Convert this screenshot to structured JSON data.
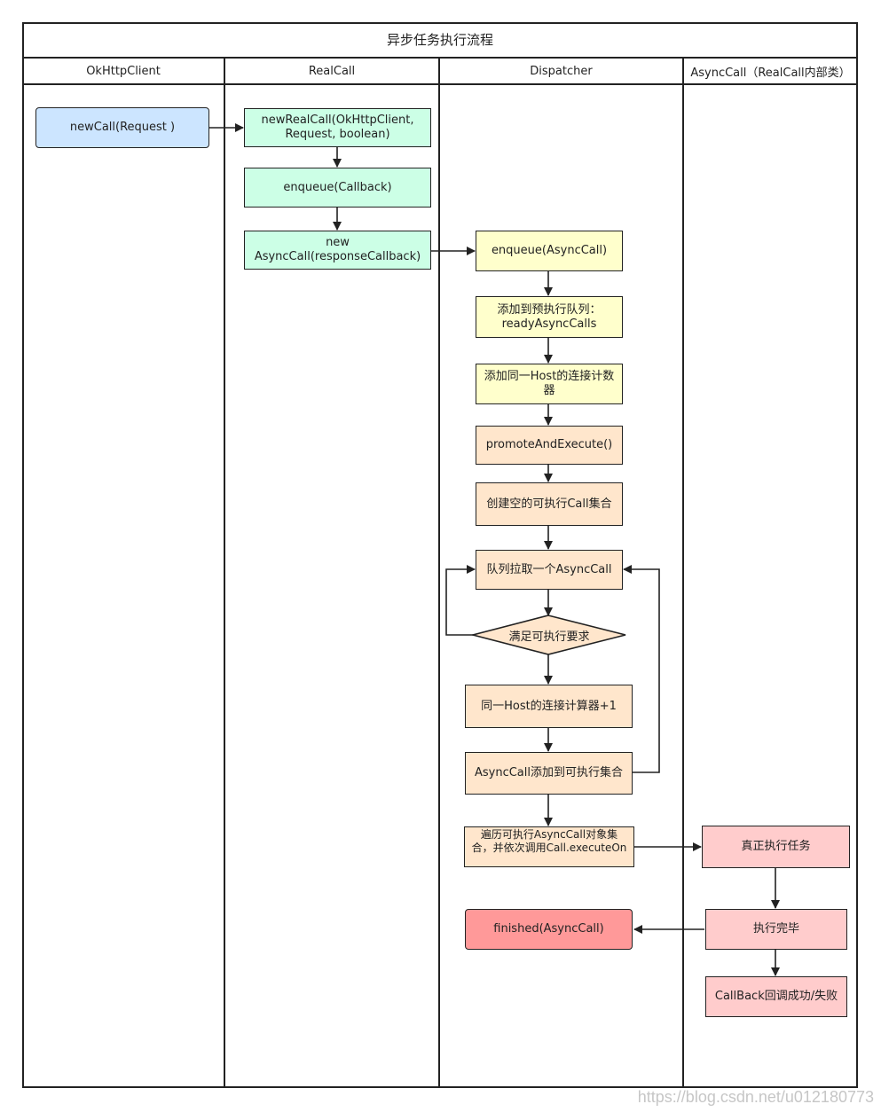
{
  "title": "异步任务执行流程",
  "lanes": [
    "OkHttpClient",
    "RealCall",
    "Dispatcher",
    "AsyncCall（RealCall内部类）"
  ],
  "nodes": {
    "new_call": "newCall(Request )",
    "new_real_call": "newRealCall(OkHttpClient, Request, boolean)",
    "enqueue_callback": "enqueue(Callback)",
    "new_async_call": "new AsyncCall(responseCallback)",
    "enqueue_async_call": "enqueue(AsyncCall)",
    "add_ready_queue": "添加到预执行队列：readyAsyncCalls",
    "add_host_counter": "添加同一Host的连接计数器",
    "promote_and_execute": "promoteAndExecute()",
    "create_empty_set": "创建空的可执行Call集合",
    "pull_async_call": "队列拉取一个AsyncCall",
    "meets_requirements": "满足可执行要求",
    "host_counter_plus": "同一Host的连接计算器+1",
    "add_to_executable": "AsyncCall添加到可执行集合",
    "iterate_execute": "遍历可执行AsyncCall对象集合，并依次调用Call.executeOn",
    "real_execute": "真正执行任务",
    "finished_async_call": "finished(AsyncCall)",
    "execution_done": "执行完毕",
    "callback_result": "CallBack回调成功/失败"
  },
  "watermark": "https://blog.csdn.net/u012180773"
}
